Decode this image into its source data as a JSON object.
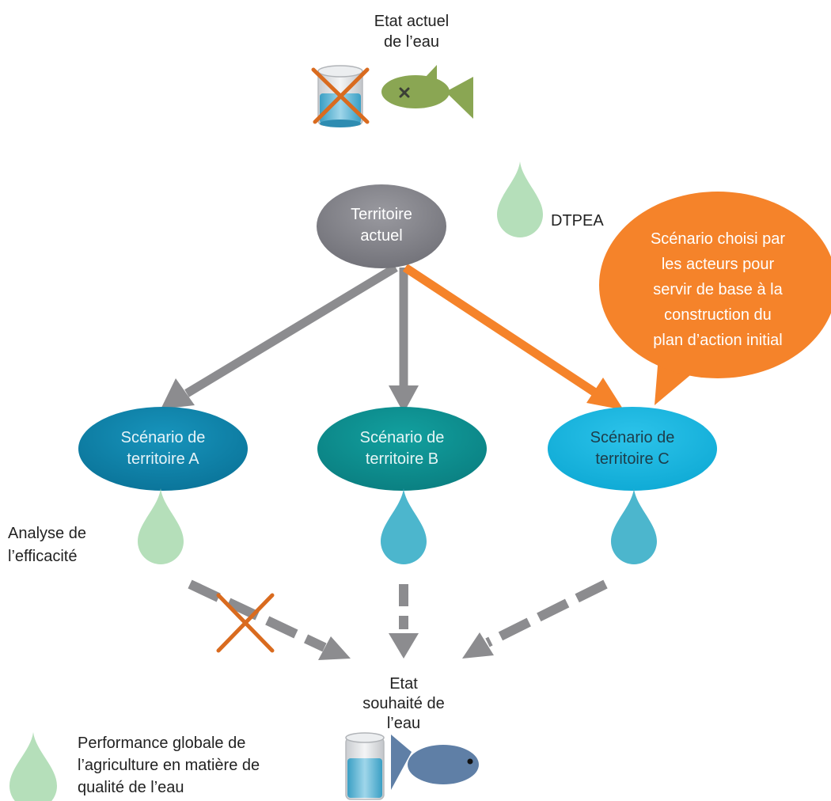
{
  "current_state": {
    "line1": "Etat actuel",
    "line2": "de l’eau"
  },
  "desired_state": {
    "line1": "Etat",
    "line2": "souhaité de",
    "line3": "l’eau"
  },
  "root_node": {
    "line1": "Territoire",
    "line2": "actuel"
  },
  "dtpea_label": "DTPEA",
  "scenarios": [
    {
      "line1": "Scénario de",
      "line2": "territoire A"
    },
    {
      "line1": "Scénario de",
      "line2": "territoire B"
    },
    {
      "line1": "Scénario de",
      "line2": "territoire C"
    }
  ],
  "callout": {
    "lines": [
      "Scénario choisi par",
      "les acteurs pour",
      "servir de base à la",
      "construction du",
      "plan d’action initial"
    ]
  },
  "analysis_label": {
    "line1": "Analyse de",
    "line2": "l’efficacité"
  },
  "legend": {
    "lines": [
      "Performance globale de",
      "l’agriculture en matière de",
      "qualité de l’eau"
    ]
  },
  "colors": {
    "root": "#7d7d84",
    "scenario_a": "#0b83a8",
    "scenario_b": "#0b8e8f",
    "scenario_c": "#11b6e0",
    "orange": "#f5832a",
    "arrow_gray": "#8c8c8f",
    "drop_light": "#b5dfba",
    "drop_blue": "#4cb6cd",
    "cross": "#d96b1f",
    "fish_green": "#8aa653",
    "fish_blue": "#5f7fa6"
  }
}
